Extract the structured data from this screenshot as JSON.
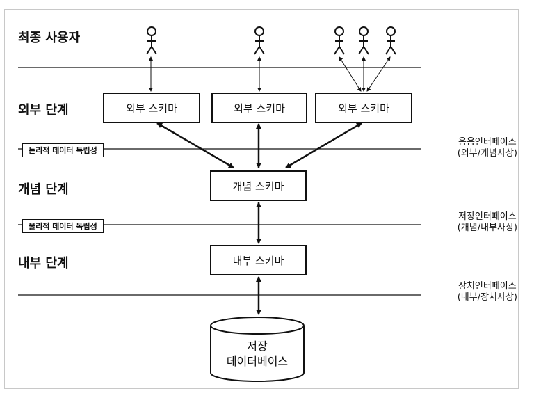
{
  "levels": {
    "end_user": "최종 사용자",
    "external": "외부 단계",
    "conceptual": "개념 단계",
    "internal": "내부 단계"
  },
  "boxes": {
    "external_schemas": [
      "외부 스키마",
      "외부 스키마",
      "외부 스키마"
    ],
    "conceptual_schema": "개념 스키마",
    "internal_schema": "내부 스키마"
  },
  "database": {
    "line1": "저장",
    "line2": "데이터베이스"
  },
  "independence": {
    "logical": "논리적 데이터 독립성",
    "physical": "물리적 데이터 독립성"
  },
  "interfaces": [
    {
      "line1": "응용인터페이스",
      "line2": "(외부/개념사상)"
    },
    {
      "line1": "저장인터페이스",
      "line2": "(개념/내부사상)"
    },
    {
      "line1": "장치인터페이스",
      "line2": "(내부/장치사상)"
    }
  ],
  "icons": [
    "user-figure-icon",
    "double-arrow-icon",
    "database-cylinder-icon"
  ]
}
